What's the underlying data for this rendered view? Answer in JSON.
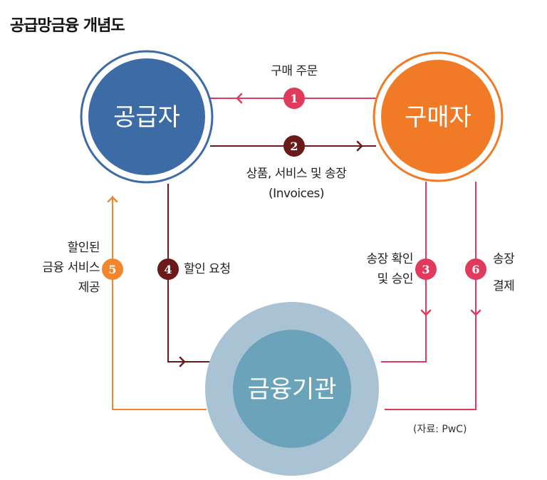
{
  "title": "공급망금융 개념도",
  "nodes": {
    "supplier": "공급자",
    "buyer": "구매자",
    "bank": "금융기관"
  },
  "steps": [
    {
      "num": "1",
      "label": "구매 주문"
    },
    {
      "num": "2",
      "label": "상품, 서비스 및 송장",
      "sub": "(Invoices)"
    },
    {
      "num": "3",
      "label": "송장 확인",
      "sub": "및 승인"
    },
    {
      "num": "4",
      "label": "할인 요청"
    },
    {
      "num": "5",
      "label": "할인된",
      "sub": "금융 서비스",
      "sub2": "제공"
    },
    {
      "num": "6",
      "label": "송장",
      "sub": "결제"
    }
  ],
  "source": "(자료: PwC)",
  "colors": {
    "supplier": "#3c6ba6",
    "buyer": "#f07a26",
    "bank_outer": "#a9c3d4",
    "bank_inner": "#6aa3ba",
    "crimson": "#e03a5c",
    "dark_red": "#6b1a1a",
    "orange": "#f2862e"
  }
}
